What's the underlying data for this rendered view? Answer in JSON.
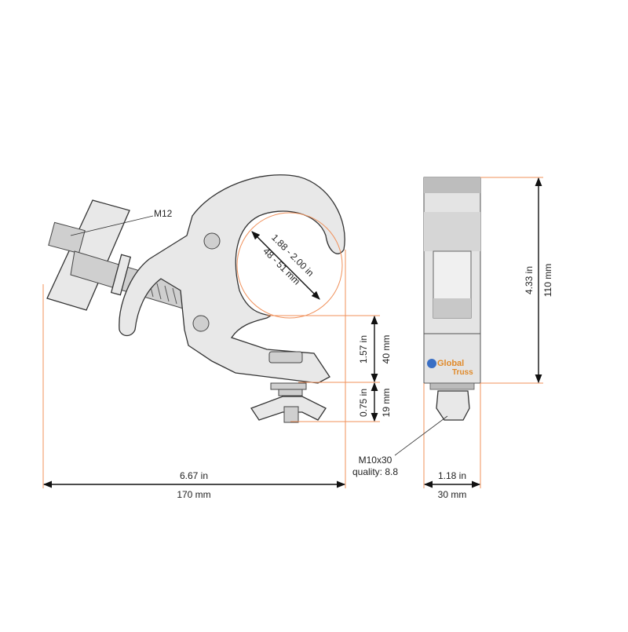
{
  "labels": {
    "thread_main": "M12",
    "tube_in": "1.88 - 2.00 in",
    "tube_mm": "48 - 51 mm",
    "jaw_in": "1.57 in",
    "jaw_mm": "40 mm",
    "bolt_in": "0.75 in",
    "bolt_mm": "19 mm",
    "length_in": "6.67 in",
    "length_mm": "170 mm",
    "height_in": "4.33 in",
    "height_mm": "110 mm",
    "width_in": "1.18 in",
    "width_mm": "30 mm",
    "bolt_spec": "M10x30",
    "bolt_quality": "quality: 8.8"
  },
  "logo": {
    "line1": "Global",
    "line2": "Truss"
  },
  "colors": {
    "dimension": "#111111",
    "extension": "#f0905a",
    "part": "#e8e8e8"
  }
}
